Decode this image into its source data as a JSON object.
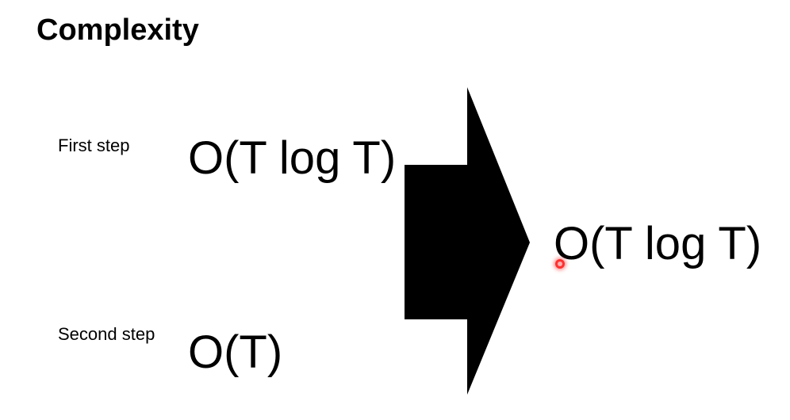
{
  "slide": {
    "title": "Complexity",
    "first_step": {
      "label": "First step",
      "complexity": "O(T log T)"
    },
    "second_step": {
      "label": "Second step",
      "complexity": "O(T)"
    },
    "result": {
      "complexity": "O(T log T)"
    },
    "arrow_icon": "combine-arrow-icon",
    "arrow_color": "#000000",
    "pointer_color": "#ff3030"
  }
}
